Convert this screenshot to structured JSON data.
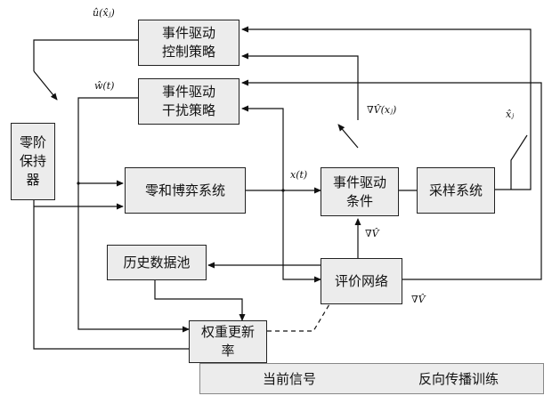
{
  "boxes": {
    "control_policy": [
      "事件驱动",
      "控制策略"
    ],
    "disturbance_policy": [
      "事件驱动",
      "干扰策略"
    ],
    "zoh": [
      "零阶",
      "保持",
      "器"
    ],
    "zero_sum_system": "零和博弈系统",
    "event_condition": [
      "事件驱动",
      "条件"
    ],
    "sampling_system": "采样系统",
    "history_pool": "历史数据池",
    "critic_network": "评价网络",
    "weight_update": [
      "权重更新",
      "率"
    ]
  },
  "signal_labels": {
    "u_hat": "û(x̂ⱼ)",
    "w_hat": "ŵ(t)",
    "grad_v_xj": "∇V̂(xⱼ)",
    "x_hat_j": "x̂ⱼ",
    "x_t": "x(t)",
    "grad_v_mid": "∇V̂",
    "grad_v_right": "∇V̂"
  },
  "legend": {
    "current_signal": "当前信号",
    "backprop_training": "反向传播训练"
  }
}
